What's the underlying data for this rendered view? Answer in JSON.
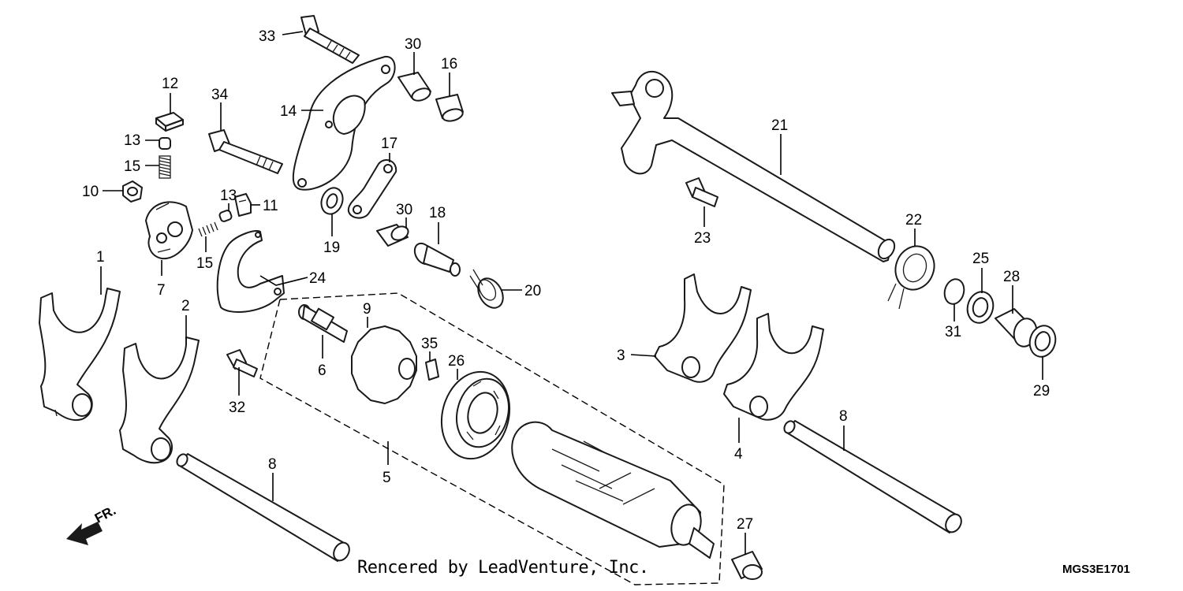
{
  "diagram": {
    "callouts": [
      {
        "id": "c33a",
        "text": "33"
      },
      {
        "id": "c30a",
        "text": "30"
      },
      {
        "id": "c16",
        "text": "16"
      },
      {
        "id": "c12",
        "text": "12"
      },
      {
        "id": "c34",
        "text": "34"
      },
      {
        "id": "c14",
        "text": "14"
      },
      {
        "id": "c13a",
        "text": "13"
      },
      {
        "id": "c15a",
        "text": "15"
      },
      {
        "id": "c17",
        "text": "17"
      },
      {
        "id": "c10",
        "text": "10"
      },
      {
        "id": "c13b",
        "text": "13"
      },
      {
        "id": "c11",
        "text": "11"
      },
      {
        "id": "c19",
        "text": "19"
      },
      {
        "id": "c30b",
        "text": "30"
      },
      {
        "id": "c18",
        "text": "18"
      },
      {
        "id": "c15b",
        "text": "15"
      },
      {
        "id": "c7",
        "text": "7"
      },
      {
        "id": "c1",
        "text": "1"
      },
      {
        "id": "c24",
        "text": "24"
      },
      {
        "id": "c20",
        "text": "20"
      },
      {
        "id": "c2",
        "text": "2"
      },
      {
        "id": "c9",
        "text": "9"
      },
      {
        "id": "c6",
        "text": "6"
      },
      {
        "id": "c35",
        "text": "35"
      },
      {
        "id": "c26",
        "text": "26"
      },
      {
        "id": "c32",
        "text": "32"
      },
      {
        "id": "c5",
        "text": "5"
      },
      {
        "id": "c8a",
        "text": "8"
      },
      {
        "id": "c21",
        "text": "21"
      },
      {
        "id": "c23",
        "text": "23"
      },
      {
        "id": "c22",
        "text": "22"
      },
      {
        "id": "c25",
        "text": "25"
      },
      {
        "id": "c28",
        "text": "28"
      },
      {
        "id": "c3",
        "text": "3"
      },
      {
        "id": "c31",
        "text": "31"
      },
      {
        "id": "c29",
        "text": "29"
      },
      {
        "id": "c4",
        "text": "4"
      },
      {
        "id": "c8b",
        "text": "8"
      },
      {
        "id": "c27",
        "text": "27"
      }
    ],
    "front_indicator": "FR.",
    "credit": "Rencered by LeadVenture, Inc.",
    "diagram_code": "MGS3E1701"
  }
}
